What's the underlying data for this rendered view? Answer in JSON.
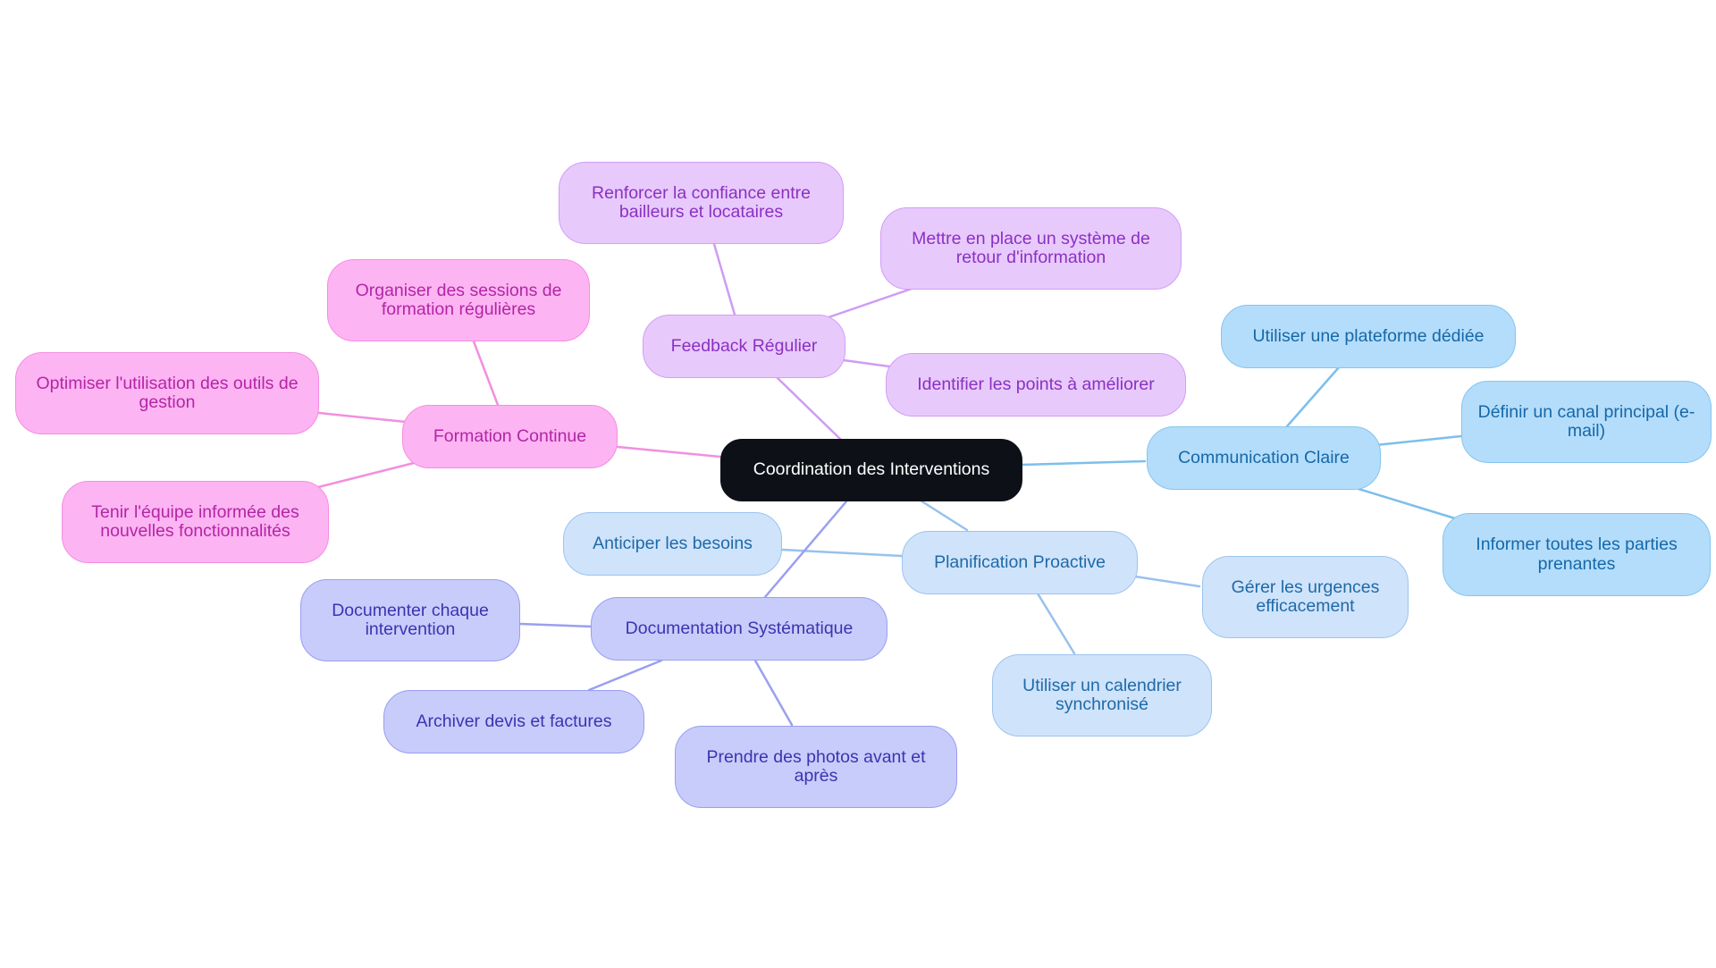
{
  "diagram": {
    "root": {
      "id": "root",
      "label": "Coordination des Interventions"
    },
    "branches": [
      {
        "id": "comm",
        "label": "Communication Claire",
        "color": "#7dbfeb",
        "style": "blue",
        "children": [
          {
            "id": "comm1",
            "label": "Utiliser une plateforme dédiée"
          },
          {
            "id": "comm2",
            "label": "Définir un canal principal (e-mail)"
          },
          {
            "id": "comm3",
            "label": "Informer toutes les parties prenantes"
          }
        ]
      },
      {
        "id": "plan",
        "label": "Planification Proactive",
        "color": "#98c1ed",
        "style": "lblue",
        "children": [
          {
            "id": "plan1",
            "label": "Anticiper les besoins"
          },
          {
            "id": "plan2",
            "label": "Gérer les urgences efficacement"
          },
          {
            "id": "plan3",
            "label": "Utiliser un calendrier synchronisé"
          }
        ]
      },
      {
        "id": "doc",
        "label": "Documentation Systématique",
        "color": "#9a9ff0",
        "style": "indigo",
        "children": [
          {
            "id": "doc1",
            "label": "Documenter chaque intervention"
          },
          {
            "id": "doc2",
            "label": "Archiver devis et factures"
          },
          {
            "id": "doc3",
            "label": "Prendre des photos avant et après"
          }
        ]
      },
      {
        "id": "form",
        "label": "Formation Continue",
        "color": "#f28fe0",
        "style": "pink",
        "children": [
          {
            "id": "form1",
            "label": "Organiser des sessions de formation régulières"
          },
          {
            "id": "form2",
            "label": "Optimiser l'utilisation des outils de gestion"
          },
          {
            "id": "form3",
            "label": "Tenir l'équipe informée des nouvelles fonctionnalités"
          }
        ]
      },
      {
        "id": "feed",
        "label": "Feedback Régulier",
        "color": "#cf9cf3",
        "style": "purple",
        "children": [
          {
            "id": "feed1",
            "label": "Renforcer la confiance entre bailleurs et locataires"
          },
          {
            "id": "feed2",
            "label": "Mettre en place un système de retour d'information"
          },
          {
            "id": "feed3",
            "label": "Identifier les points à améliorer"
          }
        ]
      }
    ]
  }
}
